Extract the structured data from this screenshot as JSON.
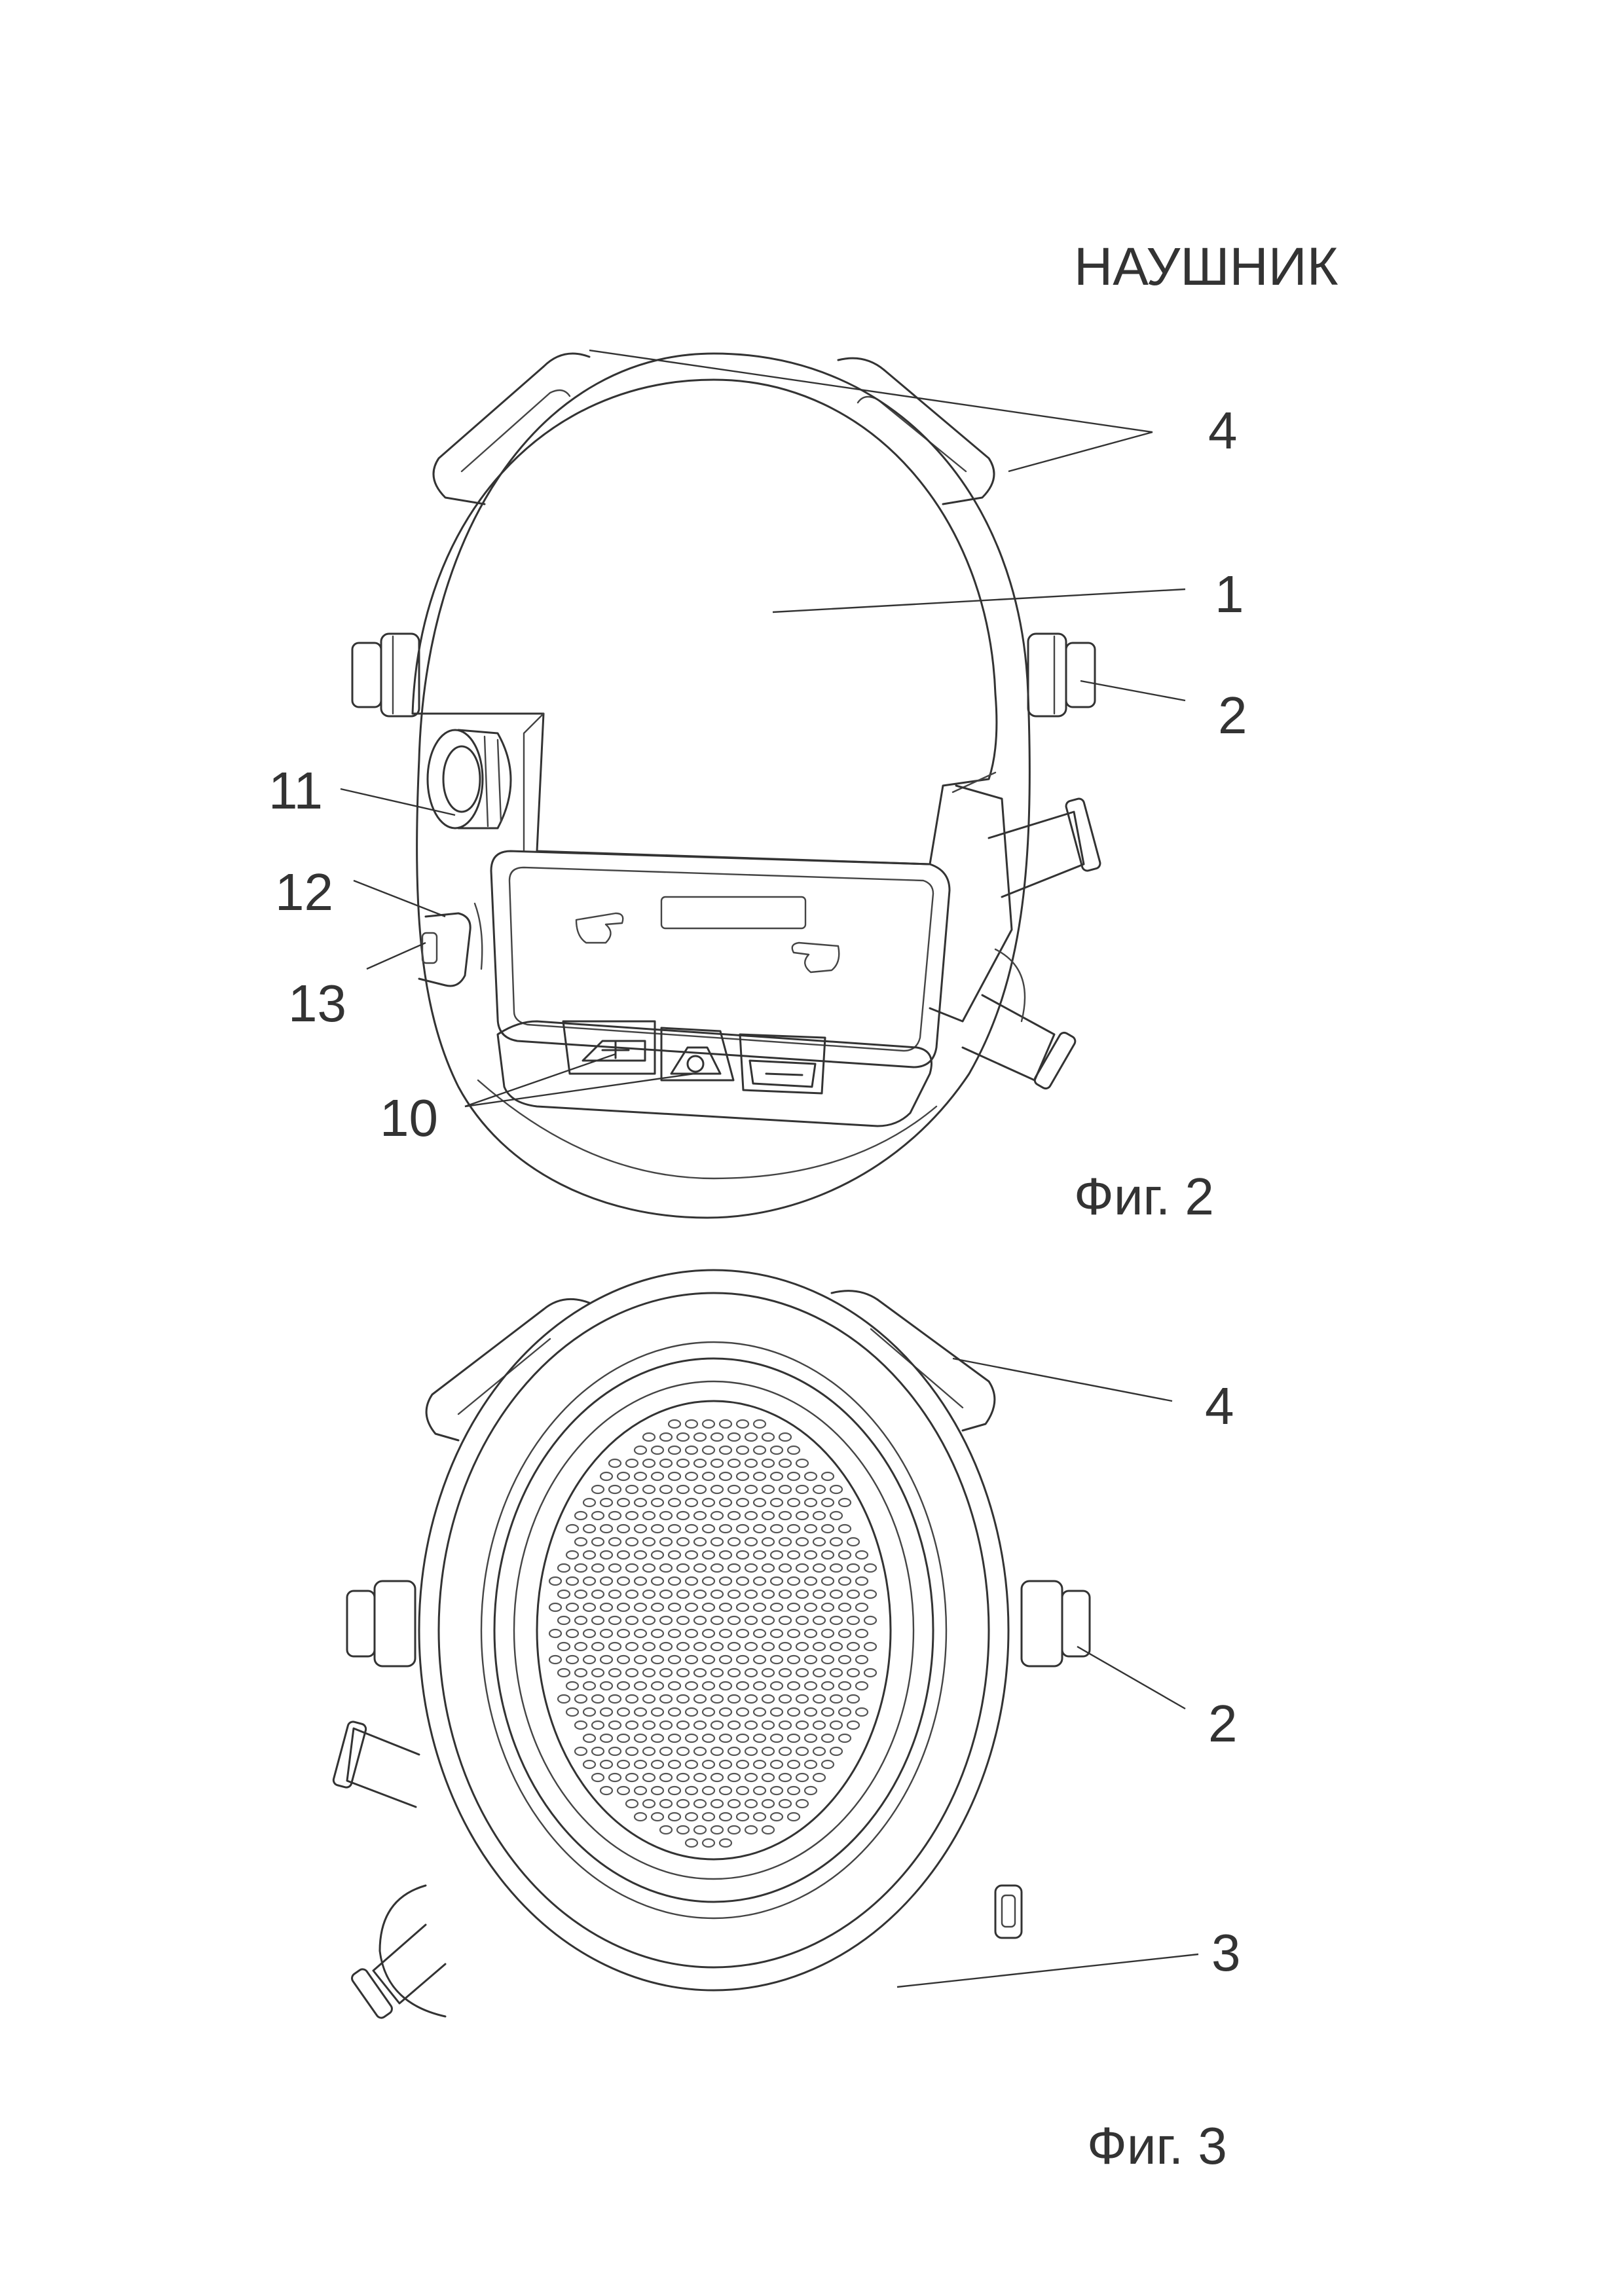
{
  "sheet": {
    "title": "НАУШНИК"
  },
  "figure2": {
    "caption": "Фиг. 2",
    "labels": {
      "l1": "1",
      "l2": "2",
      "l4": "4",
      "l10": "10",
      "l11": "11",
      "l12": "12",
      "l13": "13"
    },
    "button_icons": [
      "plus-icon",
      "circle-icon",
      "minus-icon"
    ],
    "panel_icons": [
      "pointing-hand-left-icon",
      "pointing-hand-right-icon"
    ]
  },
  "figure3": {
    "caption": "Фиг. 3",
    "labels": {
      "l2": "2",
      "l3": "3",
      "l4": "4"
    }
  },
  "colors": {
    "line": "#333333",
    "background": "#ffffff"
  }
}
